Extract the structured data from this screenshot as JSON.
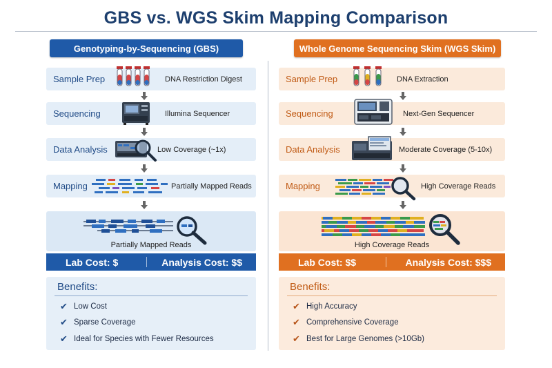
{
  "title": "GBS vs. WGS Skim Mapping Comparison",
  "colors": {
    "gbs_accent": "#1f5aa8",
    "wgs_accent": "#e07020",
    "title": "#1d3f6e"
  },
  "gbs": {
    "header": "Genotyping-by-Sequencing (GBS)",
    "steps": [
      {
        "label": "Sample Prep",
        "desc": "DNA Restriction Digest",
        "icon": "test-tubes-icon"
      },
      {
        "label": "Sequencing",
        "desc": "Illumina Sequencer",
        "icon": "sequencer-icon"
      },
      {
        "label": "Data Analysis",
        "desc": "Low Coverage (~1x)",
        "icon": "analysis-magnifier-icon"
      },
      {
        "label": "Mapping",
        "desc": "Partially Mapped Reads",
        "icon": "reads-icon"
      }
    ],
    "result_caption": "Partially Mapped Reads",
    "lab_cost": "Lab Cost: $",
    "analysis_cost": "Analysis Cost: $$",
    "benefits_title": "Benefits:",
    "benefits": [
      "Low Cost",
      "Sparse Coverage",
      "Ideal for Species with Fewer Resources"
    ]
  },
  "wgs": {
    "header": "Whole Genome Sequencing Skim (WGS Skim)",
    "steps": [
      {
        "label": "Sample Prep",
        "desc": "DNA Extraction",
        "icon": "test-tubes-icon"
      },
      {
        "label": "Sequencing",
        "desc": "Next-Gen Sequencer",
        "icon": "sequencer-icon"
      },
      {
        "label": "Data Analysis",
        "desc": "Moderate Coverage (5-10x)",
        "icon": "sequencer-screen-icon"
      },
      {
        "label": "Mapping",
        "desc": "High Coverage Reads",
        "icon": "reads-icon"
      }
    ],
    "result_caption": "High Coverage Reads",
    "lab_cost": "Lab Cost: $$",
    "analysis_cost": "Analysis Cost: $$$",
    "benefits_title": "Benefits:",
    "benefits": [
      "High Accuracy",
      "Comprehensive Coverage",
      "Best for Large Genomes (>10Gb)"
    ]
  }
}
